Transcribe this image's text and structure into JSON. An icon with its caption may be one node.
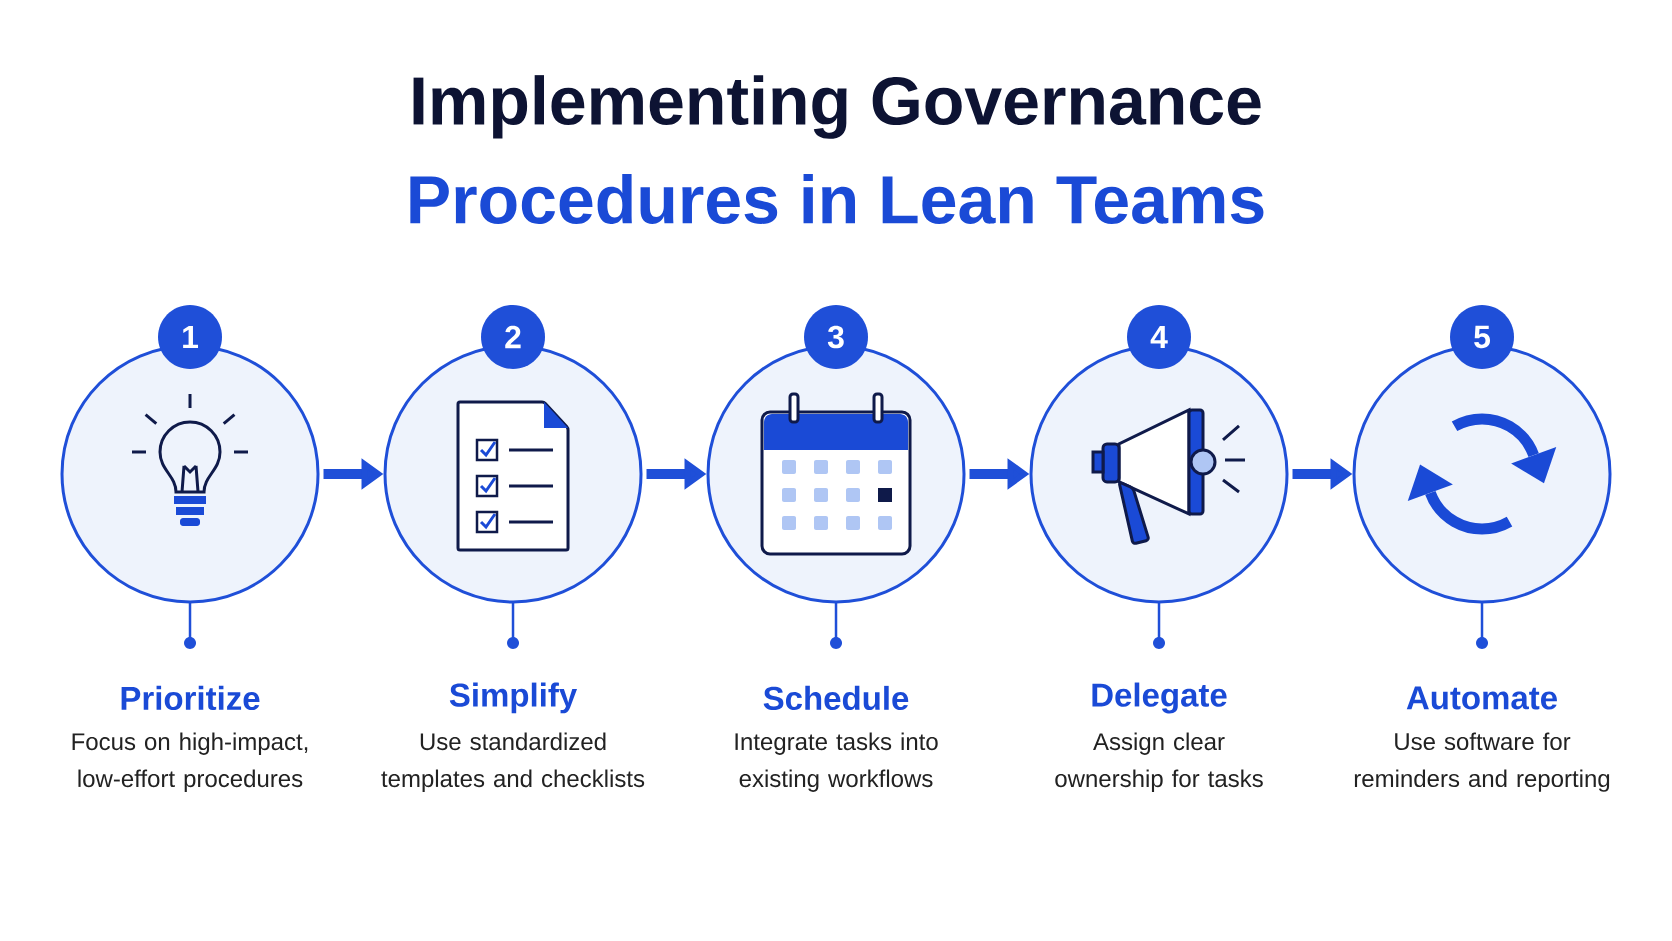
{
  "diagram": {
    "title": "Implementing Governance",
    "labels": [
      "Procedures in Lean Teams"
    ],
    "nodes": [
      {
        "text": [
          "1"
        ],
        "beside": [
          "Prioritize",
          "Focus on high-impact, low-effort procedures"
        ]
      },
      {
        "text": [
          "2"
        ],
        "beside": [
          "Simplify",
          "Use standardized templates and checklists"
        ]
      },
      {
        "text": [
          "3"
        ],
        "beside": [
          "Schedule",
          "Integrate tasks into existing workflows"
        ]
      },
      {
        "text": [
          "4"
        ],
        "beside": [
          "Delegate",
          "Assign clear ownership for tasks"
        ]
      },
      {
        "text": [
          "5"
        ],
        "beside": [
          "Automate",
          "Use software for reminders and reporting"
        ]
      }
    ],
    "edges": [
      {
        "from": 0,
        "to": 1,
        "arrow": "to"
      },
      {
        "from": 1,
        "to": 2,
        "arrow": "to"
      },
      {
        "from": 2,
        "to": 3,
        "arrow": "to"
      },
      {
        "from": 3,
        "to": 4,
        "arrow": "to"
      }
    ]
  }
}
